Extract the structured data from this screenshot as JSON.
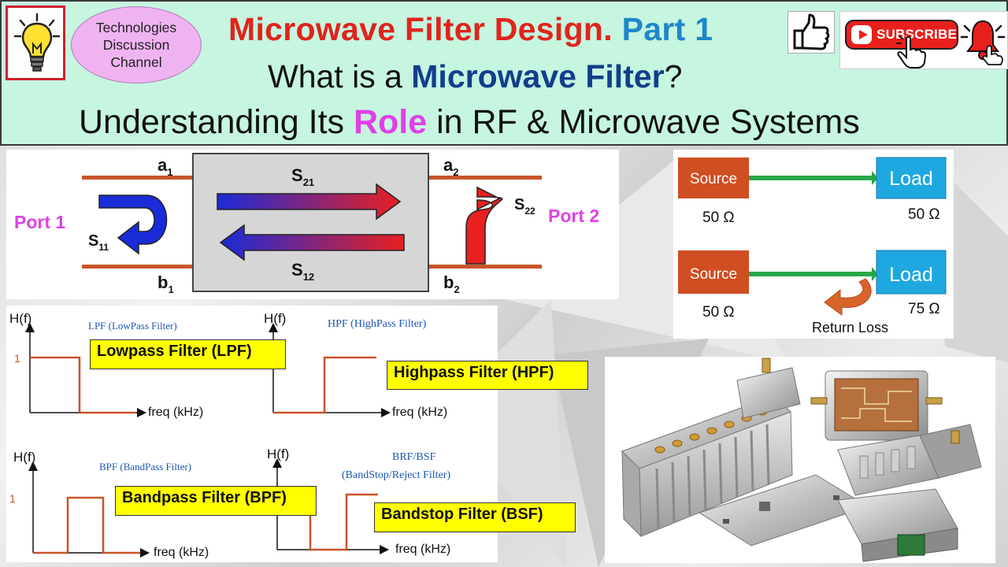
{
  "header": {
    "channel_line1": "Technologies",
    "channel_line2": "Discussion",
    "channel_line3": "Channel",
    "title_red": "Microwave Filter Design.",
    "title_blue": "Part 1",
    "line2_pre": "What is a ",
    "line2_em": "Microwave Filter",
    "line2_post": "?",
    "line3_pre": "Understanding Its ",
    "line3_em": "Role",
    "line3_post": " in RF & Microwave Systems",
    "subscribe_label": "SUBSCRIBE",
    "icons": [
      "lightbulb-icon",
      "thumbs-up-icon",
      "subscribe-play-icon",
      "hand-cursor-icon",
      "bell-icon"
    ],
    "colors": {
      "header_bg": "#c6f5e0",
      "title_red": "#e0241c",
      "title_blue": "#1d87c8",
      "navy": "#123e8c",
      "magenta": "#e040e6"
    }
  },
  "two_port": {
    "a1": "a",
    "a1_sub": "1",
    "b1": "b",
    "b1_sub": "1",
    "a2": "a",
    "a2_sub": "2",
    "b2": "b",
    "b2_sub": "2",
    "s21": "S",
    "s21_sub": "21",
    "s12": "S",
    "s12_sub": "12",
    "s11": "S",
    "s11_sub": "11",
    "s22": "S",
    "s22_sub": "22",
    "port1": "Port 1",
    "port2": "Port 2"
  },
  "matching": {
    "top": {
      "source": "Source",
      "load": "Load",
      "source_imp": "50 Ω",
      "load_imp": "50 Ω"
    },
    "bottom": {
      "source": "Source",
      "load": "Load",
      "source_imp": "50 Ω",
      "load_imp": "75 Ω",
      "return_label": "Return Loss"
    }
  },
  "filters": {
    "lpf": {
      "yaxis": "H(f)",
      "one": "1",
      "xaxis": "freq (kHz)",
      "small": "LPF (LowPass Filter)",
      "box": "Lowpass Filter (LPF)"
    },
    "hpf": {
      "yaxis": "H(f)",
      "xaxis": "freq (kHz)",
      "small": "HPF (HighPass Filter)",
      "box": "Highpass Filter (HPF)"
    },
    "bpf": {
      "yaxis": "H(f)",
      "one": "1",
      "xaxis": "freq (kHz)",
      "small": "BPF (BandPass Filter)",
      "box": "Bandpass Filter (BPF)"
    },
    "bsf": {
      "yaxis": "H(f)",
      "xaxis": "freq (kHz)",
      "small1": "BRF/BSF",
      "small2": "(BandStop/Reject Filter)",
      "box": "Bandstop Filter (BSF)"
    }
  }
}
